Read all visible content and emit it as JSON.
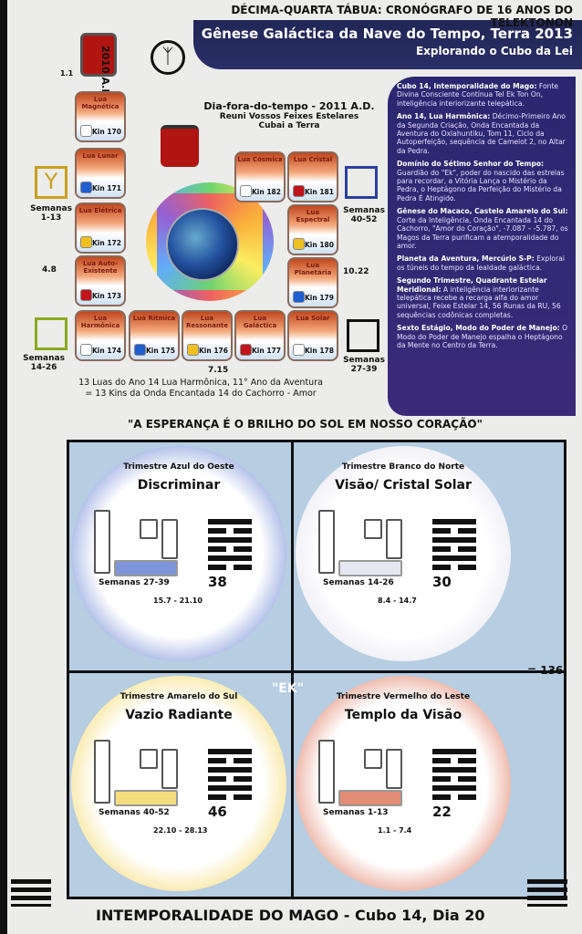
{
  "header": {
    "line1": "DÉCIMA-QUARTA TÁBUA: CRONÓGRAFO DE 16 ANOS DO TELEKTONON",
    "line2": "Gênese Galáctica da Nave do Tempo, Terra 2013",
    "line3": "Explorando o Cubo da Lei"
  },
  "year_label": "2010 A.D.",
  "marker_11": "1.1",
  "dayout": {
    "title": "Dia-fora-do-tempo - 2011 A.D.",
    "l2": "Reuni Vossos Feixes Estelares",
    "l3": "Cubai a Terra"
  },
  "moons": [
    {
      "name": "Lua Magnética",
      "kin": "Kin 170",
      "color": "#ffffff"
    },
    {
      "name": "Lua Lunar",
      "kin": "Kin 171",
      "color": "#1f5fd0"
    },
    {
      "name": "Lua Elétrica",
      "kin": "Kin 172",
      "color": "#f0c020"
    },
    {
      "name": "Lua Auto-Existente",
      "kin": "Kin 173",
      "color": "#c0151a"
    },
    {
      "name": "Lua Harmônica",
      "kin": "Kin 174",
      "color": "#ffffff"
    },
    {
      "name": "Lua Rítmica",
      "kin": "Kin 175",
      "color": "#1f5fd0"
    },
    {
      "name": "Lua Ressonante",
      "kin": "Kin 176",
      "color": "#f0c020"
    },
    {
      "name": "Lua Galáctica",
      "kin": "Kin 177",
      "color": "#c0151a"
    },
    {
      "name": "Lua Solar",
      "kin": "Kin 178",
      "color": "#ffffff"
    },
    {
      "name": "Lua Planetária",
      "kin": "Kin 179",
      "color": "#1f5fd0"
    },
    {
      "name": "Lua Espectral",
      "kin": "Kin 180",
      "color": "#f0c020"
    },
    {
      "name": "Lua Cristal",
      "kin": "Kin 181",
      "color": "#c0151a"
    },
    {
      "name": "Lua Cósmica",
      "kin": "Kin 182",
      "color": "#ffffff"
    }
  ],
  "weeks": {
    "w1": "Semanas 1-13",
    "w2": "Semanas 14-26",
    "w3": "Semanas 27-39",
    "w4": "Semanas 40-52"
  },
  "markers": {
    "m48": "4.8",
    "m1022": "10.22",
    "m715": "7.15"
  },
  "caption": {
    "l1": "13 Luas do Ano 14 Lua Harmônica, 11° Ano da Aventura",
    "l2": "= 13 Kins da Onda Encantada 14 do Cachorro - Amor"
  },
  "panel": [
    {
      "b": "Cubo 14, Intemporalidade do Mago:",
      "t": " Fonte Divina Consciente Contínua Tel Ek Ton On, inteligência interiorizante telepática."
    },
    {
      "b": "Ano 14, Lua Harmônica:",
      "t": " Décimo-Primeiro Ano da Segunda Criação, Onda Encantada da Aventura do Oxlahuntiku, Tom 11, Ciclo da Autoperfeição, sequência de Camelot 2, no Altar da Pedra."
    },
    {
      "b": "Domínio do Sétimo Senhor do Tempo:",
      "t": " Guardião do \"Ek\", poder do nascido das estrelas para recordar, a Vitória Lança o Mistério da Pedra, o Heptágono da Perfeição do Mistério da Pedra É Atingido."
    },
    {
      "b": "Gênese do Macaco, Castelo Amarelo do Sul:",
      "t": " Corte da Inteligência, Onda Encantada 14 do Cachorro, \"Amor do Coração\", -7.087 – -5.787, os Magos da Terra purificam a atemporalidade do amor."
    },
    {
      "b": "Planeta da Aventura, Mercúrio S-P:",
      "t": " Explorai os túneis do tempo da lealdade galáctica."
    },
    {
      "b": "Segundo Trimestre, Quadrante Estelar Meridional:",
      "t": " A inteligência interiorizante telepática recebe a recarga alfa do amor universal, Feixe Estelar 14, 56 Runas da RU, 56 sequências codônicas completas."
    },
    {
      "b": "Sexto Estágio, Modo do Poder de Manejo:",
      "t": " O Modo do Poder de Manejo espalha o Heptágono da Mente no Centro da Terra."
    }
  ],
  "motto": "\"A ESPERANÇA É O BRILHO DO SOL EM NOSSO CORAÇÃO\"",
  "quadrants": [
    {
      "tri": "Trimestre Azul do Oeste",
      "name": "Discriminar",
      "weeks": "Semanas 27-39",
      "num": "38",
      "dates": "15.7 - 21.10",
      "color": "#2a4fc0"
    },
    {
      "tri": "Trimestre Branco do Norte",
      "name": "Visão/ Cristal Solar",
      "weeks": "Semanas 14-26",
      "num": "30",
      "dates": "8.4 - 14.7",
      "color": "#d8d8e8"
    },
    {
      "tri": "Trimestre Amarelo do Sul",
      "name": "Vazio Radiante",
      "weeks": "Semanas 40-52",
      "num": "46",
      "dates": "22.10 - 28.13",
      "color": "#f0c828"
    },
    {
      "tri": "Trimestre Vermelho do Leste",
      "name": "Templo da Visão",
      "weeks": "Semanas 1-13",
      "num": "22",
      "dates": "1.1 - 7.4",
      "color": "#d0401a"
    }
  ],
  "ek": "\"EK\"",
  "total": "= 136",
  "footer": "INTEMPORALIDADE DO MAGO - Cubo 14, Dia 20"
}
